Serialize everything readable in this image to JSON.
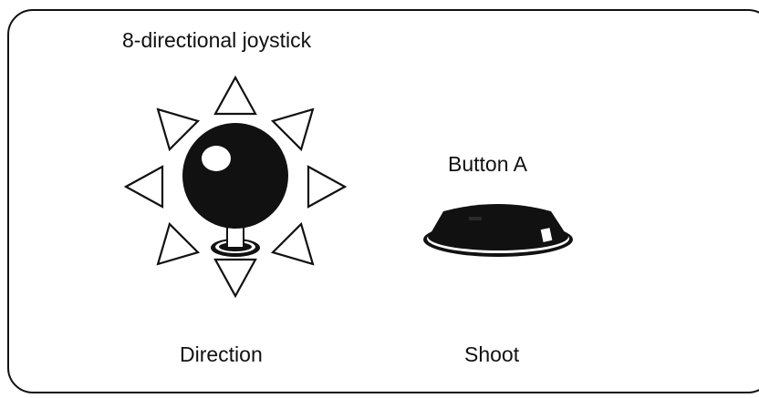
{
  "title": "8-directional joystick",
  "joystick": {
    "label": "Direction",
    "directions": [
      "up",
      "up-right",
      "right",
      "down-right",
      "down",
      "down-left",
      "left",
      "up-left"
    ],
    "icon": "joystick-ball-icon"
  },
  "button": {
    "title": "Button A",
    "label": "Shoot",
    "icon": "arcade-button-icon"
  },
  "colors": {
    "ink": "#111111",
    "background": "#ffffff"
  }
}
